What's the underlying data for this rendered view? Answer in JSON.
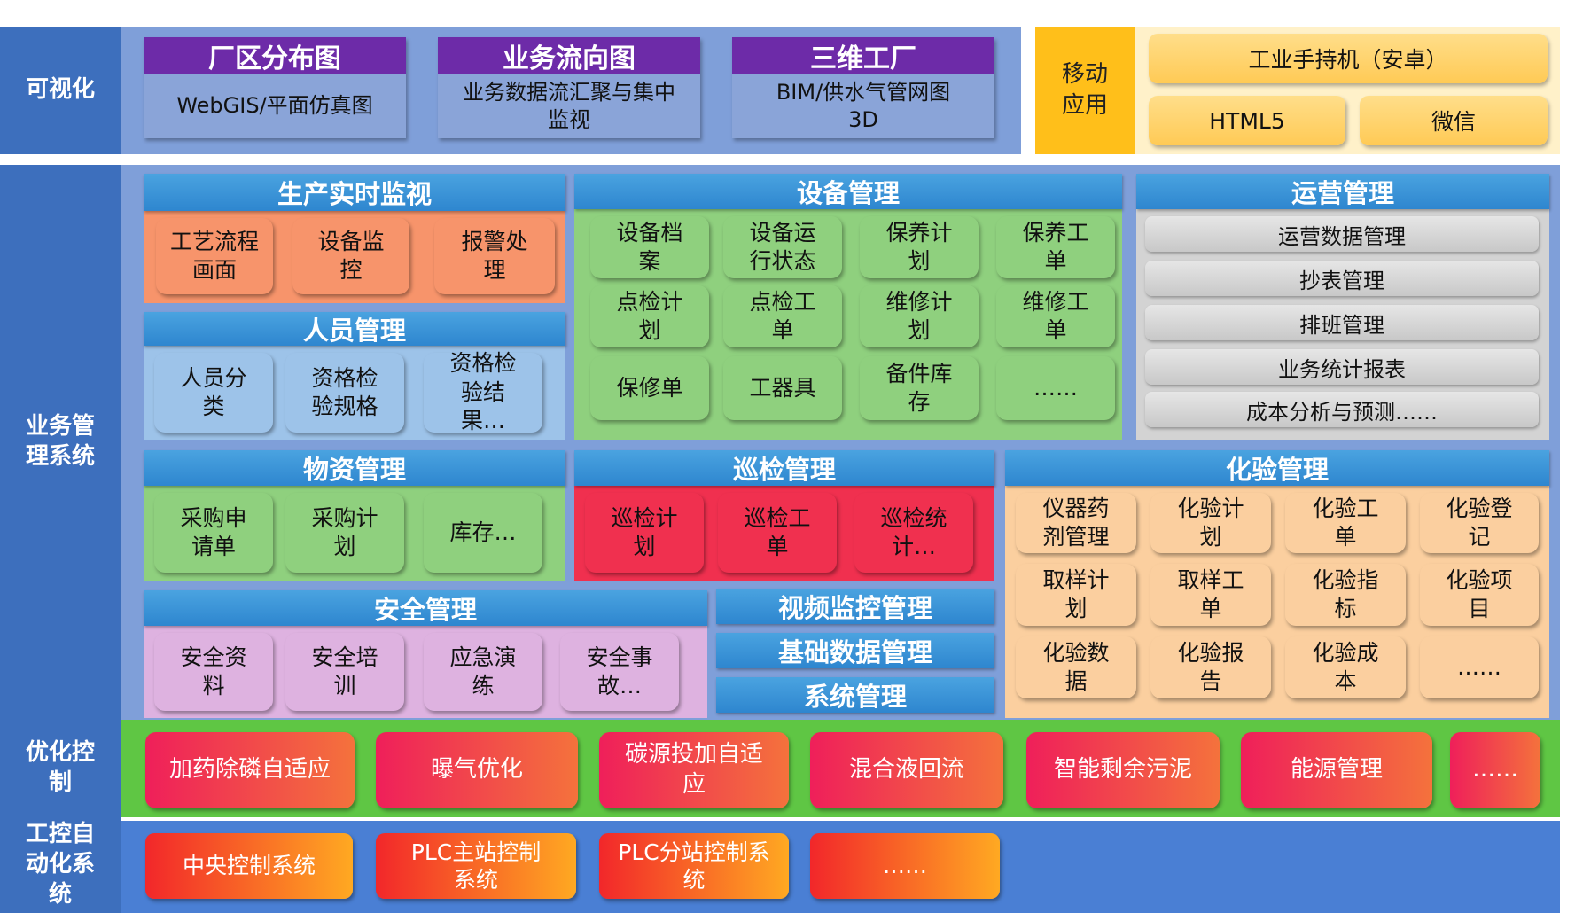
{
  "rows": {
    "visualization": "可视化",
    "business": "业务管理系统",
    "optimization": "优化控制",
    "automation": "工控自动化系统"
  },
  "visualization": [
    {
      "title": "厂区分布图",
      "body": "WebGIS/平面仿真图"
    },
    {
      "title": "业务流向图",
      "body": "业务数据流汇聚与集中监视"
    },
    {
      "title": "三维工厂",
      "body": "BIM/供水气管网图3D"
    }
  ],
  "mobile": {
    "label": "移动应用",
    "items": [
      "工业手持机（安卓）",
      "HTML5",
      "微信"
    ]
  },
  "production": {
    "title": "生产实时监视",
    "items": [
      "工艺流程画面",
      "设备监控",
      "报警处理"
    ]
  },
  "personnel": {
    "title": "人员管理",
    "items": [
      "人员分类",
      "资格检验规格",
      "资格检验结果…"
    ]
  },
  "equipment": {
    "title": "设备管理",
    "items": [
      "设备档案",
      "设备运行状态",
      "保养计划",
      "保养工单",
      "点检计划",
      "点检工单",
      "维修计划",
      "维修工单",
      "保修单",
      "工器具",
      "备件库存",
      "……"
    ]
  },
  "operations": {
    "title": "运营管理",
    "items": [
      "运营数据管理",
      "抄表管理",
      "排班管理",
      "业务统计报表",
      "成本分析与预测……"
    ]
  },
  "materials": {
    "title": "物资管理",
    "items": [
      "采购申请单",
      "采购计划",
      "库存…"
    ]
  },
  "inspection": {
    "title": "巡检管理",
    "items": [
      "巡检计划",
      "巡检工单",
      "巡检统计…"
    ]
  },
  "lab": {
    "title": "化验管理",
    "items": [
      "仪器药剂管理",
      "化验计划",
      "化验工单",
      "化验登记",
      "取样计划",
      "取样工单",
      "化验指标",
      "化验项目",
      "化验数据",
      "化验报告",
      "化验成本",
      "……"
    ]
  },
  "safety": {
    "title": "安全管理",
    "items": [
      "安全资料",
      "安全培训",
      "应急演练",
      "安全事故…"
    ]
  },
  "bars": [
    "视频监控管理",
    "基础数据管理",
    "系统管理"
  ],
  "optimization": [
    "加药除磷自适应",
    "曝气优化",
    "碳源投加自适应",
    "混合液回流",
    "智能剩余污泥",
    "能源管理",
    "……"
  ],
  "automation": [
    "中央控制系统",
    "PLC主站控制系统",
    "PLC分站控制系统",
    "……"
  ],
  "colors": {
    "row_label": "#3d6fbd",
    "viz_title": "#6d2ba8",
    "panel_header_blue": "#2e86cf",
    "production_cell": "#f7946b",
    "personnel_cell": "#9dc3e9",
    "equipment_cell": "#8fd07e",
    "inspection_cell": "#f0304f",
    "lab_cell": "#fbcf9f",
    "safety_cell": "#deb2e0",
    "optimization_bg": "#5fc644",
    "mobile_bg": "#ffbf1a"
  }
}
